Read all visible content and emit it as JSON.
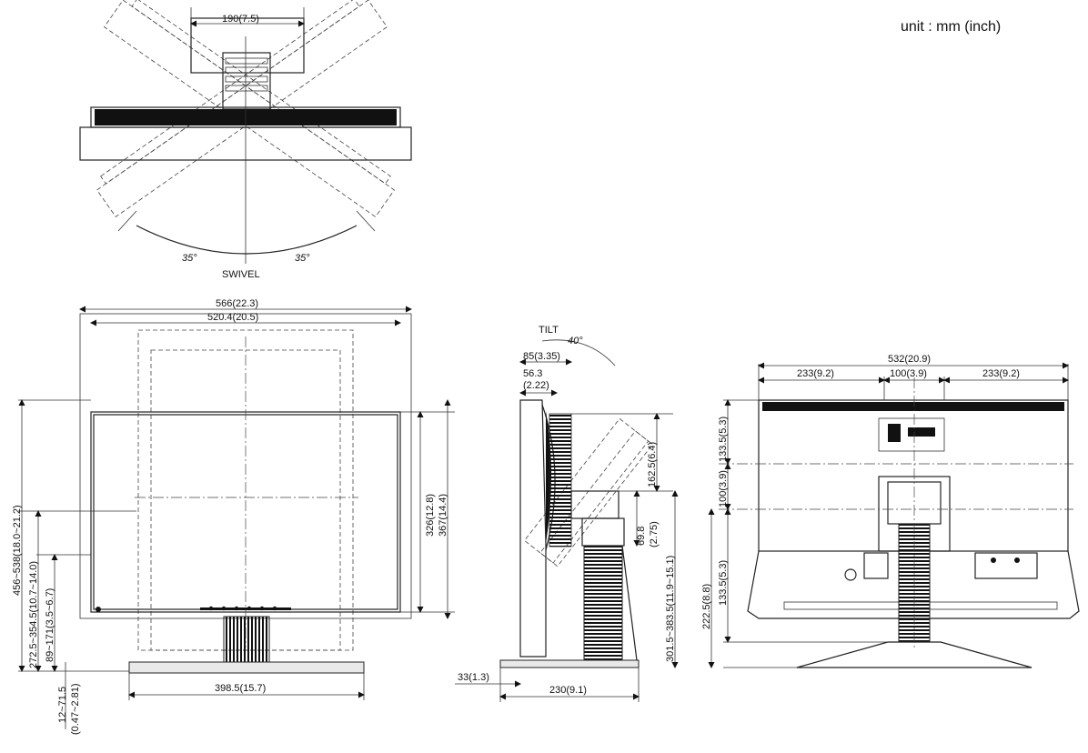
{
  "unit_label": "unit : mm (inch)",
  "swivel": {
    "caption": "SWIVEL",
    "width_label": "190(7.5)",
    "angle_left": "35°",
    "angle_right": "35°"
  },
  "front": {
    "overall_width": "566(22.3)",
    "screen_width": "520.4(20.5)",
    "base_width": "398.5(15.7)",
    "screen_height": "326(12.8)",
    "overall_height": "367(14.4)",
    "height_range": "456~538(18.0~21.2)",
    "center_height_range": "272.5~354.5(10.7~14.0)",
    "bottom_height_range": "89~171(3.5~6.7)",
    "base_gap_a": "12~71.5",
    "base_gap_b": "(0.47~2.81)"
  },
  "side": {
    "tilt_label": "TILT",
    "tilt_angle": "40°",
    "depth_top": "85(3.35)",
    "depth_panel_a": "56.3",
    "depth_panel_b": "(2.22)",
    "stand_upper": "162.5(6.4)",
    "hinge_a": "69.8",
    "hinge_b": "(2.75)",
    "stand_height": "301.5~383.5(11.9~15.1)",
    "base_offset": "33(1.3)",
    "base_depth": "230(9.1)"
  },
  "rear": {
    "overall_width": "532(20.9)",
    "left_offset": "233(9.2)",
    "vesa_width": "100(3.9)",
    "right_offset": "233(9.2)",
    "upper_offset": "133.5(5.3)",
    "vesa_height": "100(3.9)",
    "lower_offset": "133.5(5.3)",
    "mount_height": "222.5(8.8)"
  }
}
